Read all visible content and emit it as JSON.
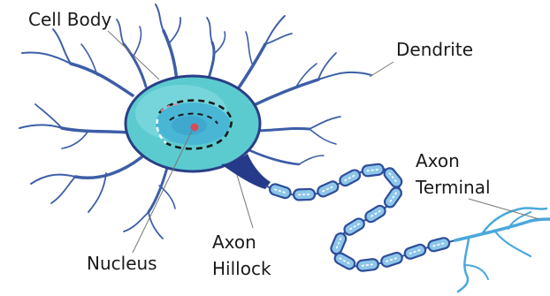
{
  "labels": {
    "cell_body": "Cell Body",
    "dendrite": "Dendrite",
    "axon_terminal_line1": "Axon",
    "axon_terminal_line2": "Terminal",
    "axon_hillock_line1": "Axon",
    "axon_hillock_line2": "Hillock",
    "nucleus": "Nucleus"
  },
  "colors": {
    "dendrite": "#3d5ea6",
    "dendrite_dark": "#2b4586",
    "cell_body_fill": "#5ccbd0",
    "cell_body_outline": "#2a3f86",
    "cytoplasm_light": "#8ddfe3",
    "nucleus_fill": "#4ab6d6",
    "nucleolus": "#d94a5a",
    "axon_hillock": "#263a8a",
    "myelin_fill": "#8ec6ea",
    "myelin_outline": "#2e4d9a",
    "axon_terminal": "#4aa8dd",
    "leader_line": "#777777",
    "text": "#1a1a1a"
  }
}
